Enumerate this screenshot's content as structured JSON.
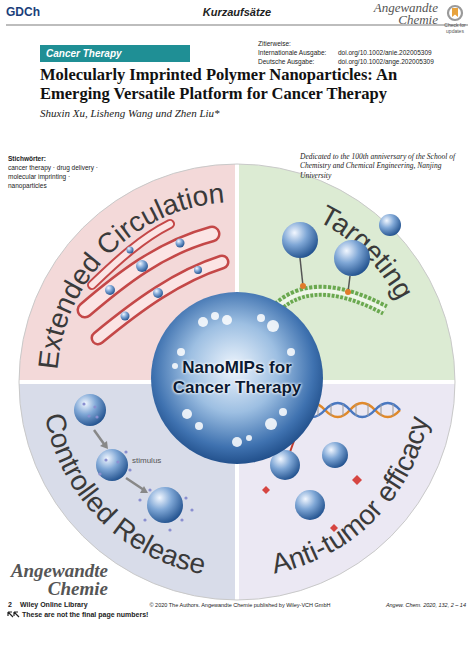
{
  "diagram": {
    "title": "Molecularly Imprinted Polymer Nanoparticles: An Emerging Versatile Platform for Cancer Therapy",
    "nodes": [
      {
        "text": [
          "Cancer Therapy"
        ]
      },
      {
        "text": [
          "Extended Circulation"
        ]
      },
      {
        "text": [
          "Targeting"
        ]
      },
      {
        "text": [
          "Controlled Release"
        ]
      },
      {
        "text": [
          "Anti-tumor efficacy"
        ]
      },
      {
        "text": [
          "NanoMIPs for Cancer Therapy"
        ]
      }
    ],
    "labels": [
      "GDCh",
      "Kurzaufsätze",
      "Angewandte Chemie",
      "Check for updates",
      "Zitierweise:",
      "Internationale Ausgabe:",
      "doi.org/10.1002/anie.202005309",
      "Deutsche Ausgabe:",
      "doi.org/10.1002/ange.202005309",
      "Shuxin Xu, Lisheng Wang und Zhen Liu*",
      "Stichwörter:",
      "cancer therapy · drug delivery · molecular imprinting · nanoparticles",
      "Dedicated to the 100th anniversary of the School of Chemistry and Chemical Engineering, Nanjing University",
      "stimulus",
      "Angewandte Chemie",
      "2",
      "Wiley Online Library",
      "© 2020 The Authors. Angewandte Chemie published by Wiley-VCH GmbH",
      "Angew. Chem. 2020, 132, 2 – 14",
      "These are not the final page numbers!"
    ]
  }
}
